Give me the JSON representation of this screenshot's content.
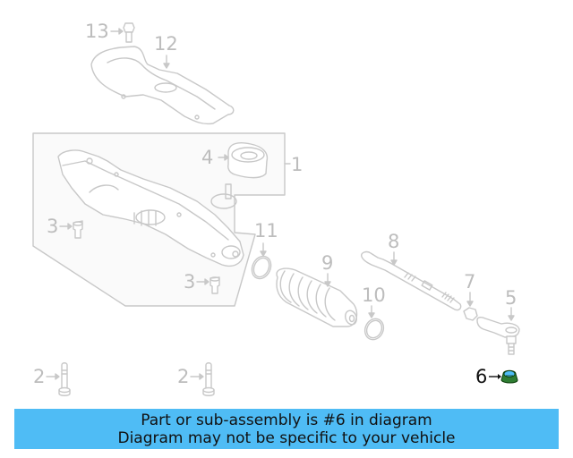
{
  "diagram": {
    "highlighted_part": "6",
    "colors": {
      "line": "#c8c8c8",
      "label": "#bdbdbd",
      "highlight_label": "#111111",
      "highlight_part_fill": "#4fbcf5",
      "highlight_part_dark": "#2e7d32"
    },
    "callouts": [
      {
        "number": "13",
        "part": "bolt"
      },
      {
        "number": "12",
        "part": "heat-shield"
      },
      {
        "number": "4",
        "part": "mount-bushing"
      },
      {
        "number": "1",
        "part": "steering-gear-assembly"
      },
      {
        "number": "3",
        "part": "plug",
        "instance": 1
      },
      {
        "number": "11",
        "part": "boot-clamp"
      },
      {
        "number": "3",
        "part": "plug",
        "instance": 2
      },
      {
        "number": "9",
        "part": "rack-boot"
      },
      {
        "number": "8",
        "part": "inner-tie-rod"
      },
      {
        "number": "10",
        "part": "boot-clamp"
      },
      {
        "number": "7",
        "part": "jam-nut"
      },
      {
        "number": "5",
        "part": "outer-tie-rod-end"
      },
      {
        "number": "2",
        "part": "bolt",
        "instance": 1
      },
      {
        "number": "2",
        "part": "bolt",
        "instance": 2
      },
      {
        "number": "6",
        "part": "nut",
        "highlighted": true
      }
    ]
  },
  "banner": {
    "line1": "Part or sub-assembly is #6 in diagram",
    "line2": "Diagram may not be specific to your vehicle",
    "background": "#4fbcf5"
  }
}
